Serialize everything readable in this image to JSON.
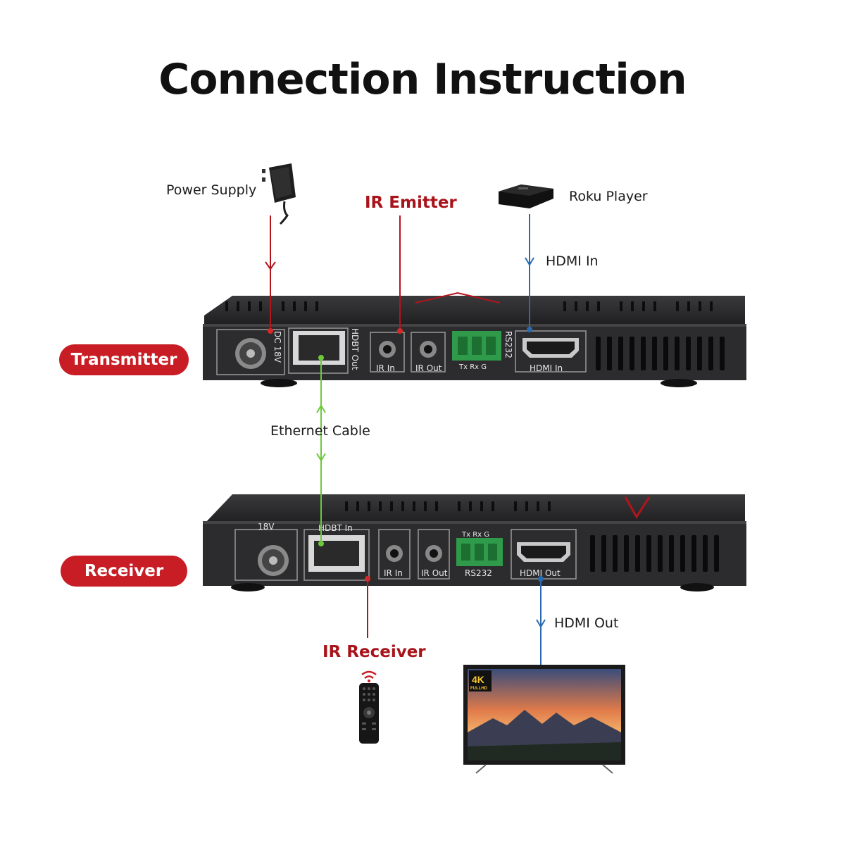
{
  "title": "Connection Instruction",
  "labels": {
    "power_supply": "Power Supply",
    "ir_emitter": "IR Emitter",
    "roku_player": "Roku Player",
    "hdmi_in": "HDMI In",
    "ethernet_cable": "Ethernet Cable",
    "ir_receiver": "IR Receiver",
    "hdmi_out": "HDMI Out"
  },
  "devices": {
    "transmitter": {
      "badge": "Transmitter",
      "ports": {
        "dc": "DC 18V",
        "hdbt": "HDBT Out",
        "ir_in": "IR In",
        "ir_out": "IR Out",
        "rs232": "RS232",
        "rs232_pins": "Tx  Rx  G",
        "hdmi": "HDMI In"
      }
    },
    "receiver": {
      "badge": "Receiver",
      "ports": {
        "dc": "18V",
        "hdbt": "HDBT In",
        "ir_in": "IR In",
        "ir_out": "IR Out",
        "rs232": "RS232",
        "rs232_pins": "Tx  Rx  G",
        "hdmi": "HDMI Out"
      }
    }
  },
  "tv_badge": {
    "top": "4K",
    "bottom": "FULLHD"
  },
  "colors": {
    "red_line": "#b3141c",
    "blue_line": "#2a6bb0",
    "green_line": "#6cc93a",
    "badge_red": "#c81d25",
    "device_body": "#2c2c2e"
  },
  "icons": [
    "power-adapter-icon",
    "roku-player-icon",
    "remote-control-icon",
    "tv-icon"
  ]
}
